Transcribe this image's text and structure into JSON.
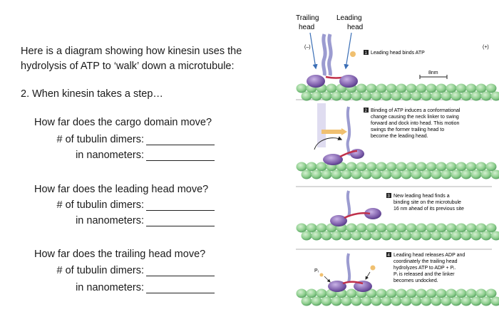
{
  "intro": {
    "line1": "Here is a diagram showing how kinesin uses the",
    "line2": "hydrolysis of ATP to ‘walk’ down a microtubule:"
  },
  "question_heading": "2. When kinesin takes a step…",
  "questions": [
    {
      "prompt": "How far does the cargo domain move?",
      "dimers_label": "# of tubulin dimers:",
      "nm_label": "in nanometers:",
      "blank": "___________"
    },
    {
      "prompt": "How far does the leading head move?",
      "dimers_label": "# of tubulin dimers:",
      "nm_label": "in nanometers:",
      "blank": "___________"
    },
    {
      "prompt": "How far does the trailing head move?",
      "dimers_label": "# of tubulin dimers:",
      "nm_label": "in nanometers:",
      "blank": "___________"
    }
  ],
  "figure": {
    "trailing_label_1": "Trailing",
    "trailing_label_2": "head",
    "leading_label_1": "Leading",
    "leading_label_2": "head",
    "minus_end": "(–)",
    "plus_end": "(+)",
    "scale": "8nm",
    "pi_label": "Pᵢ",
    "steps": [
      {
        "num": "1",
        "l1": "Leading head binds ATP"
      },
      {
        "num": "2",
        "l1": "Binding of ATP induces a conformational",
        "l2": "change causing the neck linker to swing",
        "l3": "forward and dock into head. This motion",
        "l4": "swings the former trailing head to",
        "l5": "become the leading head."
      },
      {
        "num": "3",
        "l1": "New leading head finds a",
        "l2": "binding site on the microtubule",
        "l3": "16 nm ahead of its previous site"
      },
      {
        "num": "4",
        "l1": "Leading head releases ADP and",
        "l2": "coordinately the trailing head",
        "l3": "hydrolyzes ATP to ADP + Pᵢ.",
        "l4": "Pᵢ is released and the linker",
        "l5": "becomes undocked."
      }
    ],
    "colors": {
      "tubulin": "#8fcf8f",
      "tubulin_dark": "#4f9a5a",
      "head": "#7a5aa8",
      "head_light": "#b59ad6",
      "stalk": "#9b9bd0",
      "linker": "#c0304a",
      "atp": "#f0c070",
      "arrow": "#3b6fb6"
    }
  }
}
